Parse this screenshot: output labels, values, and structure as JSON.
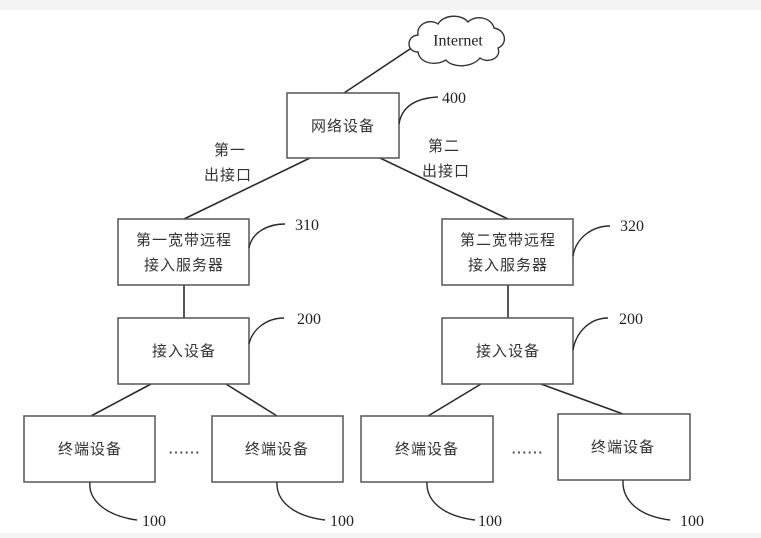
{
  "diagram": {
    "internet": {
      "label": "Internet"
    },
    "network_device": {
      "label": "网络设备",
      "ref": "400"
    },
    "interfaces": {
      "first": {
        "line1": "第一",
        "line2": "出接口"
      },
      "second": {
        "line1": "第二",
        "line2": "出接口"
      }
    },
    "bras": [
      {
        "line1": "第一宽带远程",
        "line2": "接入服务器",
        "ref": "310"
      },
      {
        "line1": "第二宽带远程",
        "line2": "接入服务器",
        "ref": "320"
      }
    ],
    "access": [
      {
        "label": "接入设备",
        "ref": "200"
      },
      {
        "label": "接入设备",
        "ref": "200"
      }
    ],
    "terminals": [
      {
        "label": "终端设备",
        "ref": "100"
      },
      {
        "label": "终端设备",
        "ref": "100"
      },
      {
        "label": "终端设备",
        "ref": "100"
      },
      {
        "label": "终端设备",
        "ref": "100"
      }
    ],
    "ellipsis": "……"
  }
}
